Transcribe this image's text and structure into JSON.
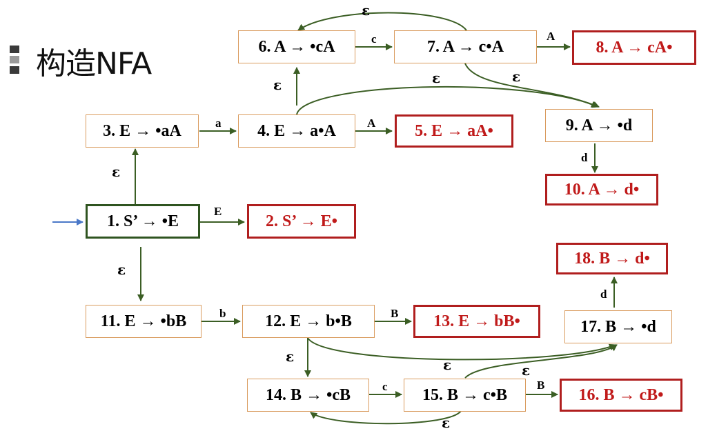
{
  "title": "构造NFA",
  "colors": {
    "edge": "#3b5e24",
    "start_arrow": "#4a78c8",
    "final": "#c01a1a"
  },
  "states": [
    {
      "id": "n1",
      "label": "1. S’ → •E",
      "kind": "start"
    },
    {
      "id": "n2",
      "label": "2. S’ → E•",
      "kind": "final"
    },
    {
      "id": "n3",
      "label": "3. E → •aA",
      "kind": "normal"
    },
    {
      "id": "n4",
      "label": "4. E → a•A",
      "kind": "normal"
    },
    {
      "id": "n5",
      "label": "5. E → aA•",
      "kind": "final"
    },
    {
      "id": "n6",
      "label": "6. A → •cA",
      "kind": "normal"
    },
    {
      "id": "n7",
      "label": "7. A → c•A",
      "kind": "normal"
    },
    {
      "id": "n8",
      "label": "8. A → cA•",
      "kind": "final"
    },
    {
      "id": "n9",
      "label": "9. A → •d",
      "kind": "normal"
    },
    {
      "id": "n10",
      "label": "10. A → d•",
      "kind": "final"
    },
    {
      "id": "n11",
      "label": "11. E → •bB",
      "kind": "normal"
    },
    {
      "id": "n12",
      "label": "12. E → b•B",
      "kind": "normal"
    },
    {
      "id": "n13",
      "label": "13. E → bB•",
      "kind": "final"
    },
    {
      "id": "n14",
      "label": "14. B → •cB",
      "kind": "normal"
    },
    {
      "id": "n15",
      "label": "15. B → c•B",
      "kind": "normal"
    },
    {
      "id": "n16",
      "label": "16. B → cB•",
      "kind": "final"
    },
    {
      "id": "n17",
      "label": "17. B → •d",
      "kind": "normal"
    },
    {
      "id": "n18",
      "label": "18. B → d•",
      "kind": "final"
    }
  ],
  "transitions": [
    {
      "from": "n1",
      "to": "n2",
      "symbol": "E"
    },
    {
      "from": "n1",
      "to": "n3",
      "symbol": "ε"
    },
    {
      "from": "n1",
      "to": "n11",
      "symbol": "ε"
    },
    {
      "from": "n3",
      "to": "n4",
      "symbol": "a"
    },
    {
      "from": "n4",
      "to": "n5",
      "symbol": "A"
    },
    {
      "from": "n4",
      "to": "n6",
      "symbol": "ε"
    },
    {
      "from": "n4",
      "to": "n9",
      "symbol": "ε"
    },
    {
      "from": "n6",
      "to": "n7",
      "symbol": "c"
    },
    {
      "from": "n7",
      "to": "n8",
      "symbol": "A"
    },
    {
      "from": "n7",
      "to": "n6",
      "symbol": "ε"
    },
    {
      "from": "n7",
      "to": "n9",
      "symbol": "ε"
    },
    {
      "from": "n9",
      "to": "n10",
      "symbol": "d"
    },
    {
      "from": "n11",
      "to": "n12",
      "symbol": "b"
    },
    {
      "from": "n12",
      "to": "n13",
      "symbol": "B"
    },
    {
      "from": "n12",
      "to": "n14",
      "symbol": "ε"
    },
    {
      "from": "n12",
      "to": "n17",
      "symbol": "ε"
    },
    {
      "from": "n14",
      "to": "n15",
      "symbol": "c"
    },
    {
      "from": "n15",
      "to": "n16",
      "symbol": "B"
    },
    {
      "from": "n15",
      "to": "n14",
      "symbol": "ε"
    },
    {
      "from": "n15",
      "to": "n17",
      "symbol": "ε"
    },
    {
      "from": "n17",
      "to": "n18",
      "symbol": "d"
    }
  ]
}
